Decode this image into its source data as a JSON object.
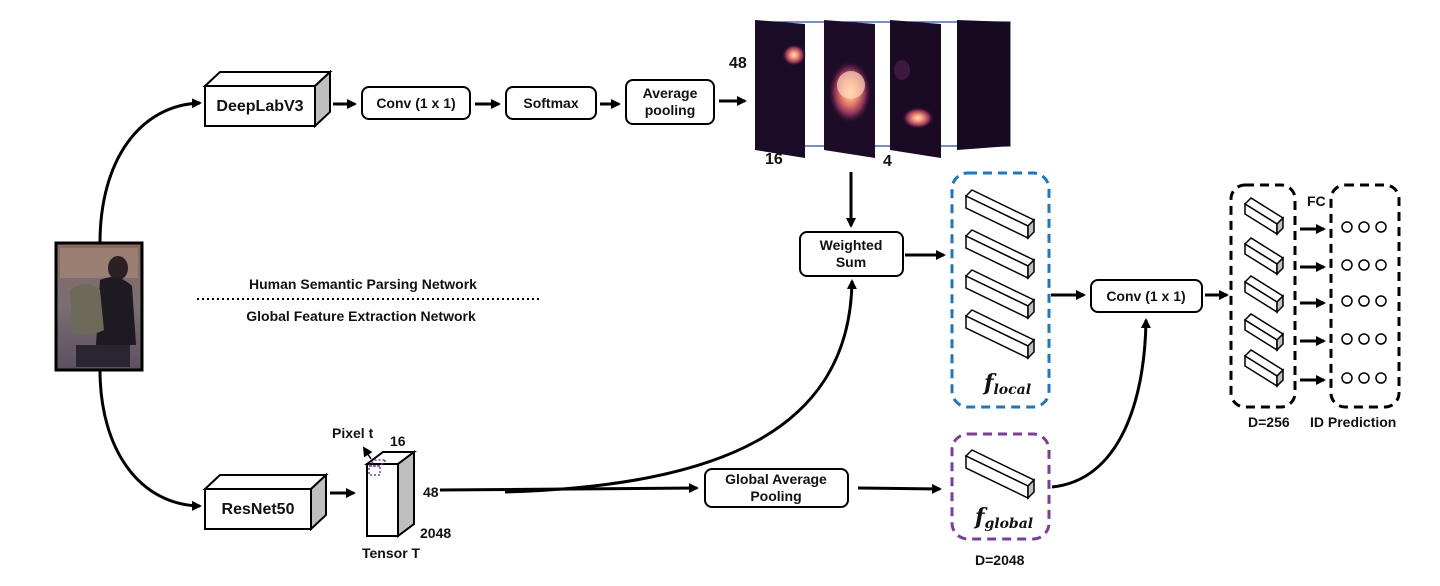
{
  "top_branch": {
    "backbone": "DeepLabV3",
    "steps": [
      "Conv (1 x 1)",
      "Softmax",
      "Average pooling"
    ],
    "heatmap_dims": {
      "height": "48",
      "width": "16",
      "channels": "4"
    }
  },
  "network_labels": {
    "upper": "Human Semantic Parsing Network",
    "lower": "Global Feature Extraction Network"
  },
  "bottom_branch": {
    "backbone": "ResNet50",
    "pixel_label": "Pixel t",
    "tensor_label": "Tensor T",
    "tensor_dims": {
      "width": "16",
      "height": "48",
      "depth": "2048"
    },
    "pooling": "Global Average Pooling"
  },
  "weighted_sum": "Weighted Sum",
  "features": {
    "local": {
      "symbol": "f",
      "subscript": "local",
      "color": "#1f77c0"
    },
    "global": {
      "symbol": "f",
      "subscript": "global",
      "color": "#7a3e9d",
      "dim": "D=2048"
    }
  },
  "head": {
    "conv": "Conv (1 x 1)",
    "fc_label": "FC",
    "reduced_dim": "D=256",
    "prediction": "ID Prediction"
  }
}
